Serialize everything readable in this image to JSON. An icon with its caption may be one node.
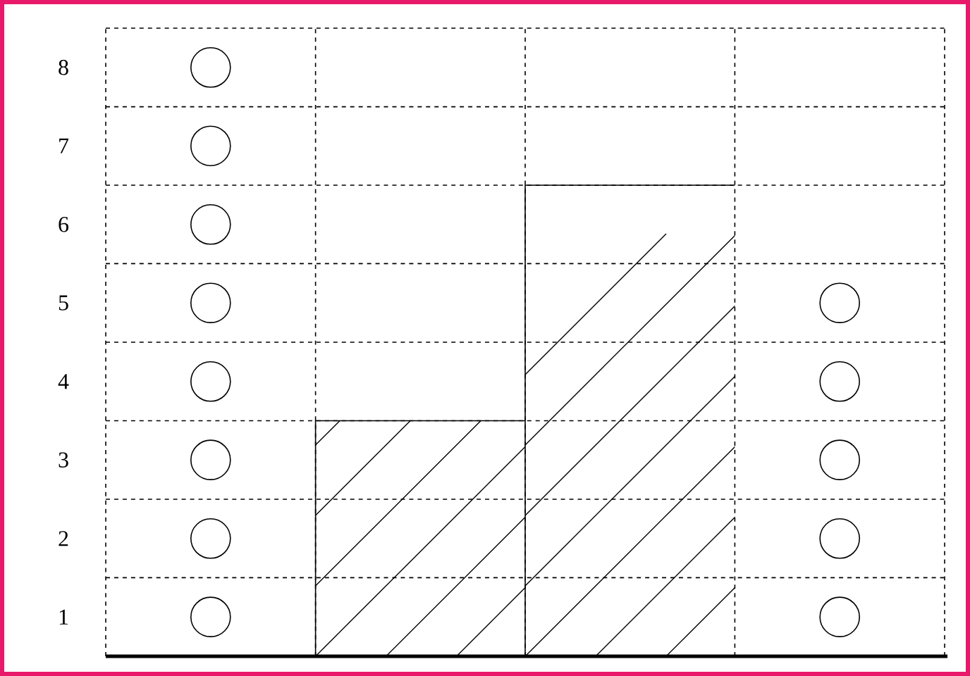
{
  "diagram": {
    "labels": [
      "8",
      "7",
      "6",
      "5",
      "4",
      "3",
      "2",
      "1"
    ]
  }
}
